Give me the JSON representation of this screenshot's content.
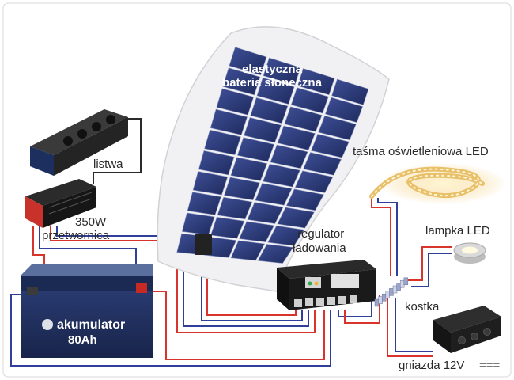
{
  "labels": {
    "panel_line1": "elastyczna",
    "panel_line2": "bateria słoneczna",
    "strip": "taśma oświetleniowa LED",
    "lamp": "lampka LED",
    "regulator_line1": "regulator",
    "regulator_line2": "ładowania",
    "connector": "kostka",
    "outlet": "gniazda 12V",
    "outlet_symbol": "===",
    "power_strip": "listwa",
    "inverter_line1": "350W",
    "inverter_line2": "przetwornica",
    "battery_line1": "akumulator",
    "battery_line2": "80Ah"
  },
  "colors": {
    "wire_red": "#d9342b",
    "wire_blue": "#2f3f9a",
    "panel_cell": "#2c3a78",
    "battery_body": "#1f2f5c"
  }
}
